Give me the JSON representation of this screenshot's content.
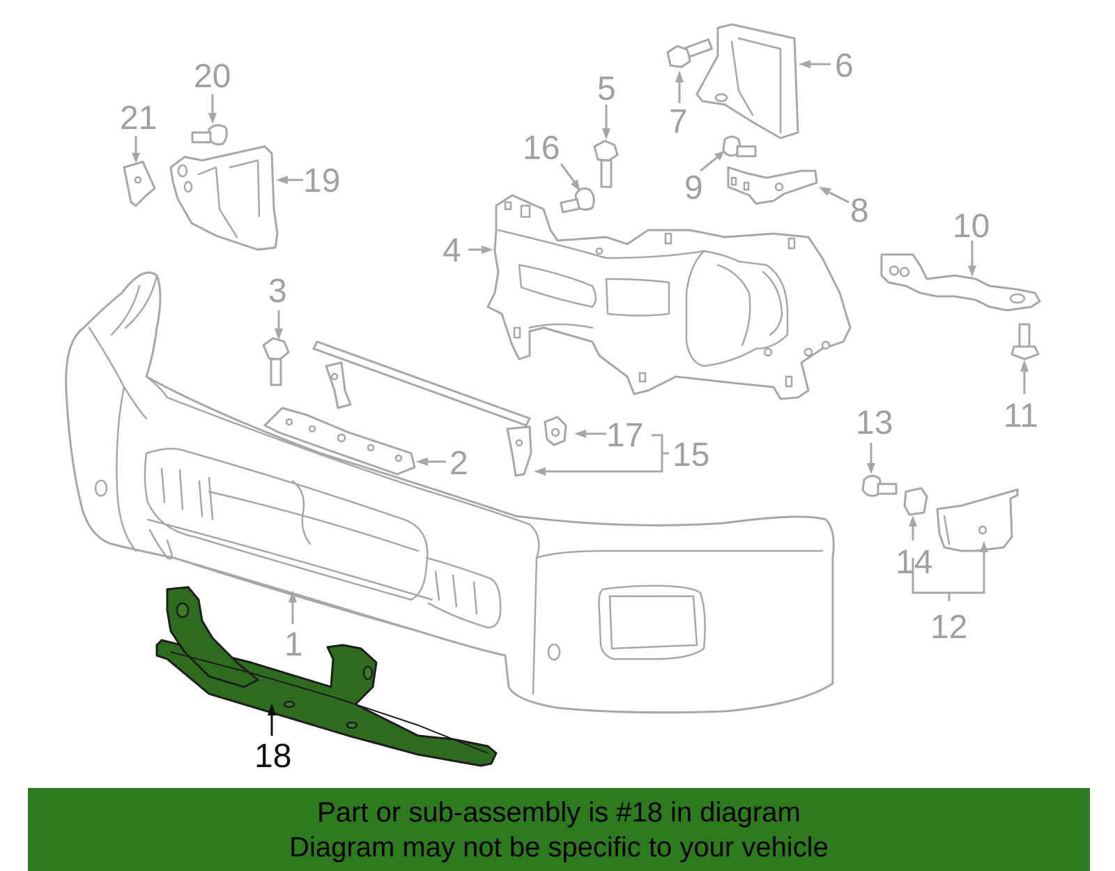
{
  "callouts": {
    "c1": "1",
    "c2": "2",
    "c3": "3",
    "c4": "4",
    "c5": "5",
    "c6": "6",
    "c7": "7",
    "c8": "8",
    "c9": "9",
    "c10": "10",
    "c11": "11",
    "c12": "12",
    "c13": "13",
    "c14": "14",
    "c15": "15",
    "c16": "16",
    "c17": "17",
    "c18": "18",
    "c19": "19",
    "c20": "20",
    "c21": "21"
  },
  "highlighted_part": "18",
  "colors": {
    "highlight_fill": "#2e6b1e",
    "line_gray": "#a7a7a7",
    "banner_bg": "#2d7a1f"
  },
  "banner": {
    "line1": "Part or sub-assembly is #18 in diagram",
    "line2": "Diagram may not be specific to your vehicle"
  }
}
